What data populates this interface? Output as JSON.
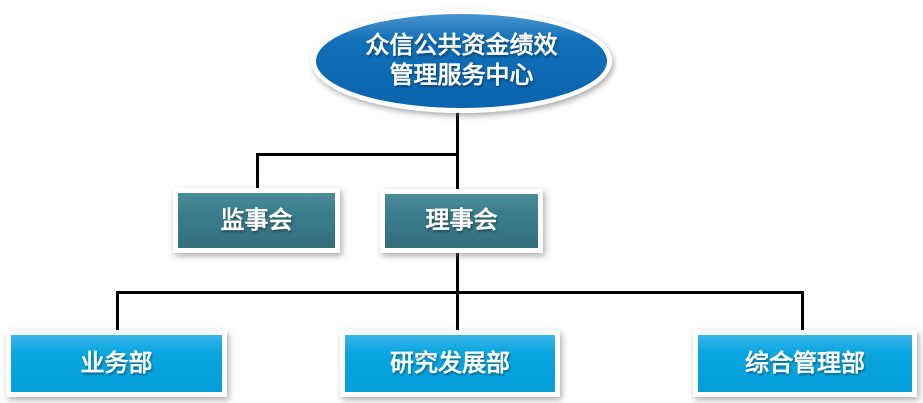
{
  "nodes": {
    "root": {
      "line1": "众信公共资金绩效",
      "line2": "管理服务中心",
      "shape": "ellipse"
    },
    "supervisory_board": {
      "label": "监事会"
    },
    "council": {
      "label": "理事会"
    },
    "business_dept": {
      "label": "业务部"
    },
    "research_dept": {
      "label": "研究发展部"
    },
    "general_mgmt_dept": {
      "label": "综合管理部"
    }
  },
  "edges": [
    {
      "from": "root",
      "to": "supervisory_board"
    },
    {
      "from": "root",
      "to": "council"
    },
    {
      "from": "council",
      "to": "business_dept"
    },
    {
      "from": "council",
      "to": "research_dept"
    },
    {
      "from": "council",
      "to": "general_mgmt_dept"
    }
  ],
  "colors": {
    "root_fill": "#0d6bb4",
    "level2_fill": "#3a7d8d",
    "level3_fill": "#0ba6e0",
    "node_border": "#ffffff",
    "connector": "#000000",
    "text": "#ffffff",
    "background": "#ffffff"
  }
}
